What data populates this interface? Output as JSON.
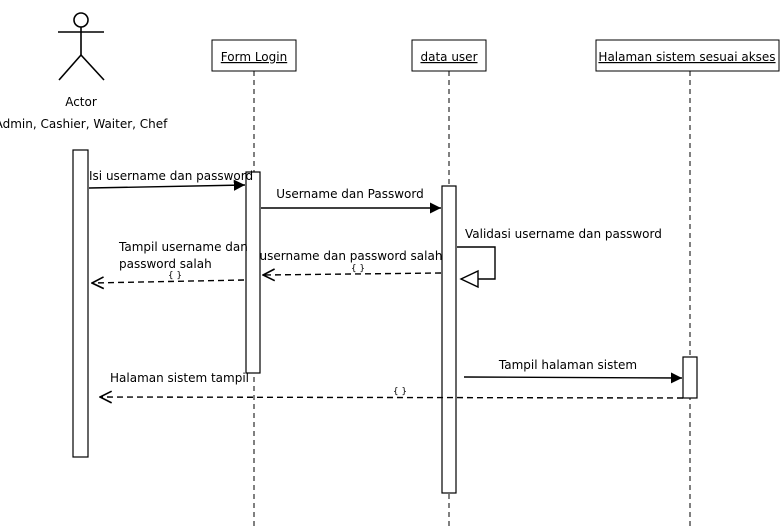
{
  "actor": {
    "name": "Actor",
    "roles": "Admin, Cashier, Waiter, Chef"
  },
  "lifelines": {
    "form_login": "Form Login",
    "data_user": "data user",
    "halaman_sistem": "Halaman sistem sesuai akses"
  },
  "messages": {
    "isi_username": "Isi username dan password",
    "username_password": "Username dan Password",
    "validasi": "Validasi username dan password",
    "salah": "username dan password salah",
    "salah_guard": "{ }",
    "tampil_salah_line1": "Tampil username dan",
    "tampil_salah_line2": "password salah",
    "tampil_salah_guard": "{ }",
    "tampil_halaman": "Tampil halaman sistem",
    "halaman_tampil": "Halaman sistem tampil",
    "halaman_tampil_guard": "{ }"
  }
}
